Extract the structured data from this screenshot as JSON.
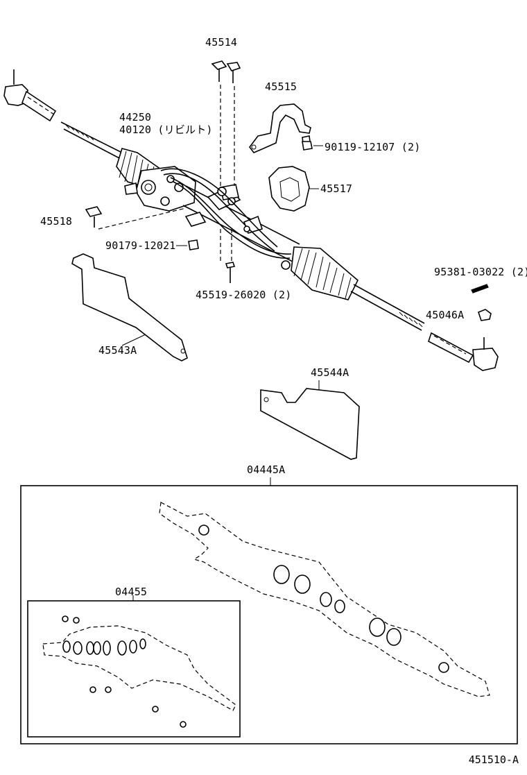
{
  "labels": {
    "p45514": "45514",
    "p45515": "45515",
    "p44250": "44250",
    "p40120": "40120 (リビルト)",
    "p90119": "90119-12107 (2)",
    "p45517": "45517",
    "p45518": "45518",
    "p90179": "90179-12021",
    "p45519": "45519-26020 (2)",
    "p95381": "95381-03022 (2)",
    "p45046A": "45046A",
    "p45543A": "45543A",
    "p45544A": "45544A",
    "p04445A": "04445A",
    "p04455": "04455"
  },
  "diagram_ref": "451510-A"
}
